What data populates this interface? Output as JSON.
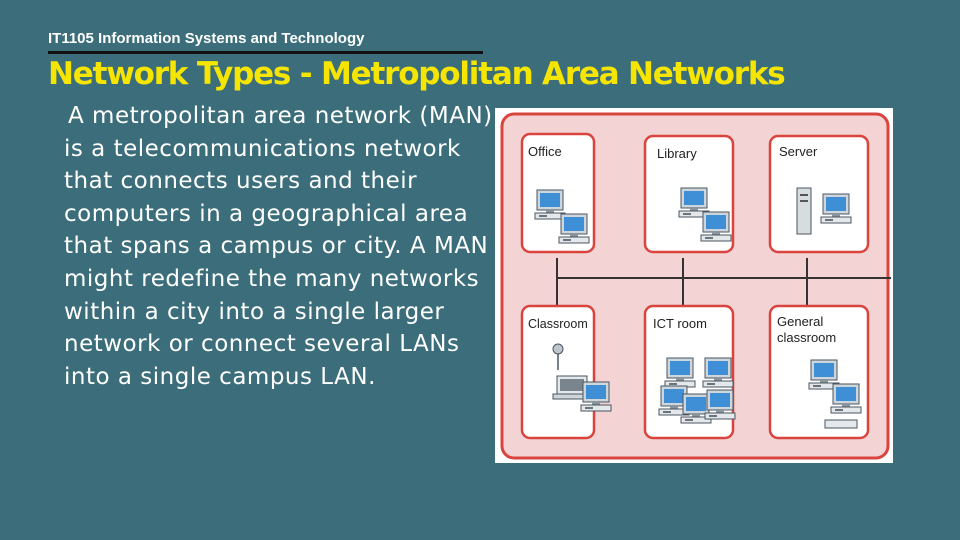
{
  "header": {
    "course": "IT1105 Information Systems and Technology"
  },
  "slide": {
    "title": "Network Types - Metropolitan Area Networks",
    "body": "A metropolitan area network (MAN) is a telecommunications network that connects users and their computers in a geographical area that spans a campus or city. A MAN might redefine the many networks within a city into a single larger network or connect several LANs into a single campus LAN."
  },
  "diagram": {
    "rooms": [
      {
        "label": "Office"
      },
      {
        "label": "Library"
      },
      {
        "label": "Server"
      },
      {
        "label": "Classroom"
      },
      {
        "label": "ICT room"
      },
      {
        "label": "General classroom"
      }
    ]
  },
  "colors": {
    "background": "#3b6e7a",
    "title": "#f5e500",
    "room_border": "#d9443f"
  }
}
